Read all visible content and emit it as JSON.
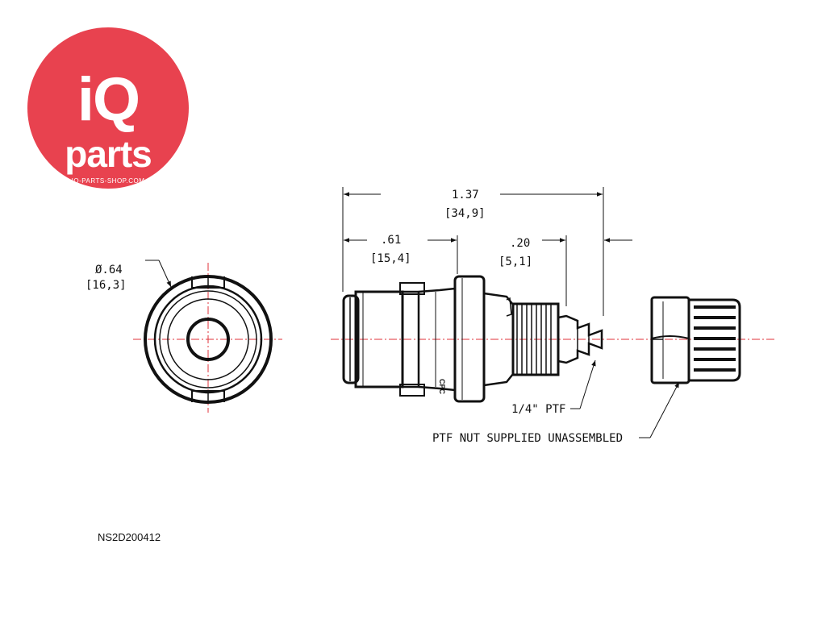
{
  "logo": {
    "brand_top": "iQ",
    "brand_bottom": "parts",
    "website": "IQ-PARTS-SHOP.COM",
    "color": "#e8424f"
  },
  "dimensions": {
    "diameter_in": "Ø.64",
    "diameter_mm": "[16,3]",
    "overall_length_in": "1.37",
    "overall_length_mm": "[34,9]",
    "body_length_in": ".61",
    "body_length_mm": "[15,4]",
    "barb_length_in": ".20",
    "barb_length_mm": "[5,1]"
  },
  "callouts": {
    "thread": "1/4\" PTF",
    "nut_note": "PTF NUT SUPPLIED UNASSEMBLED"
  },
  "body_marking": "CPC",
  "part_number": "NS2D200412",
  "colors": {
    "centerline": "#e0313a",
    "line": "#111111"
  }
}
